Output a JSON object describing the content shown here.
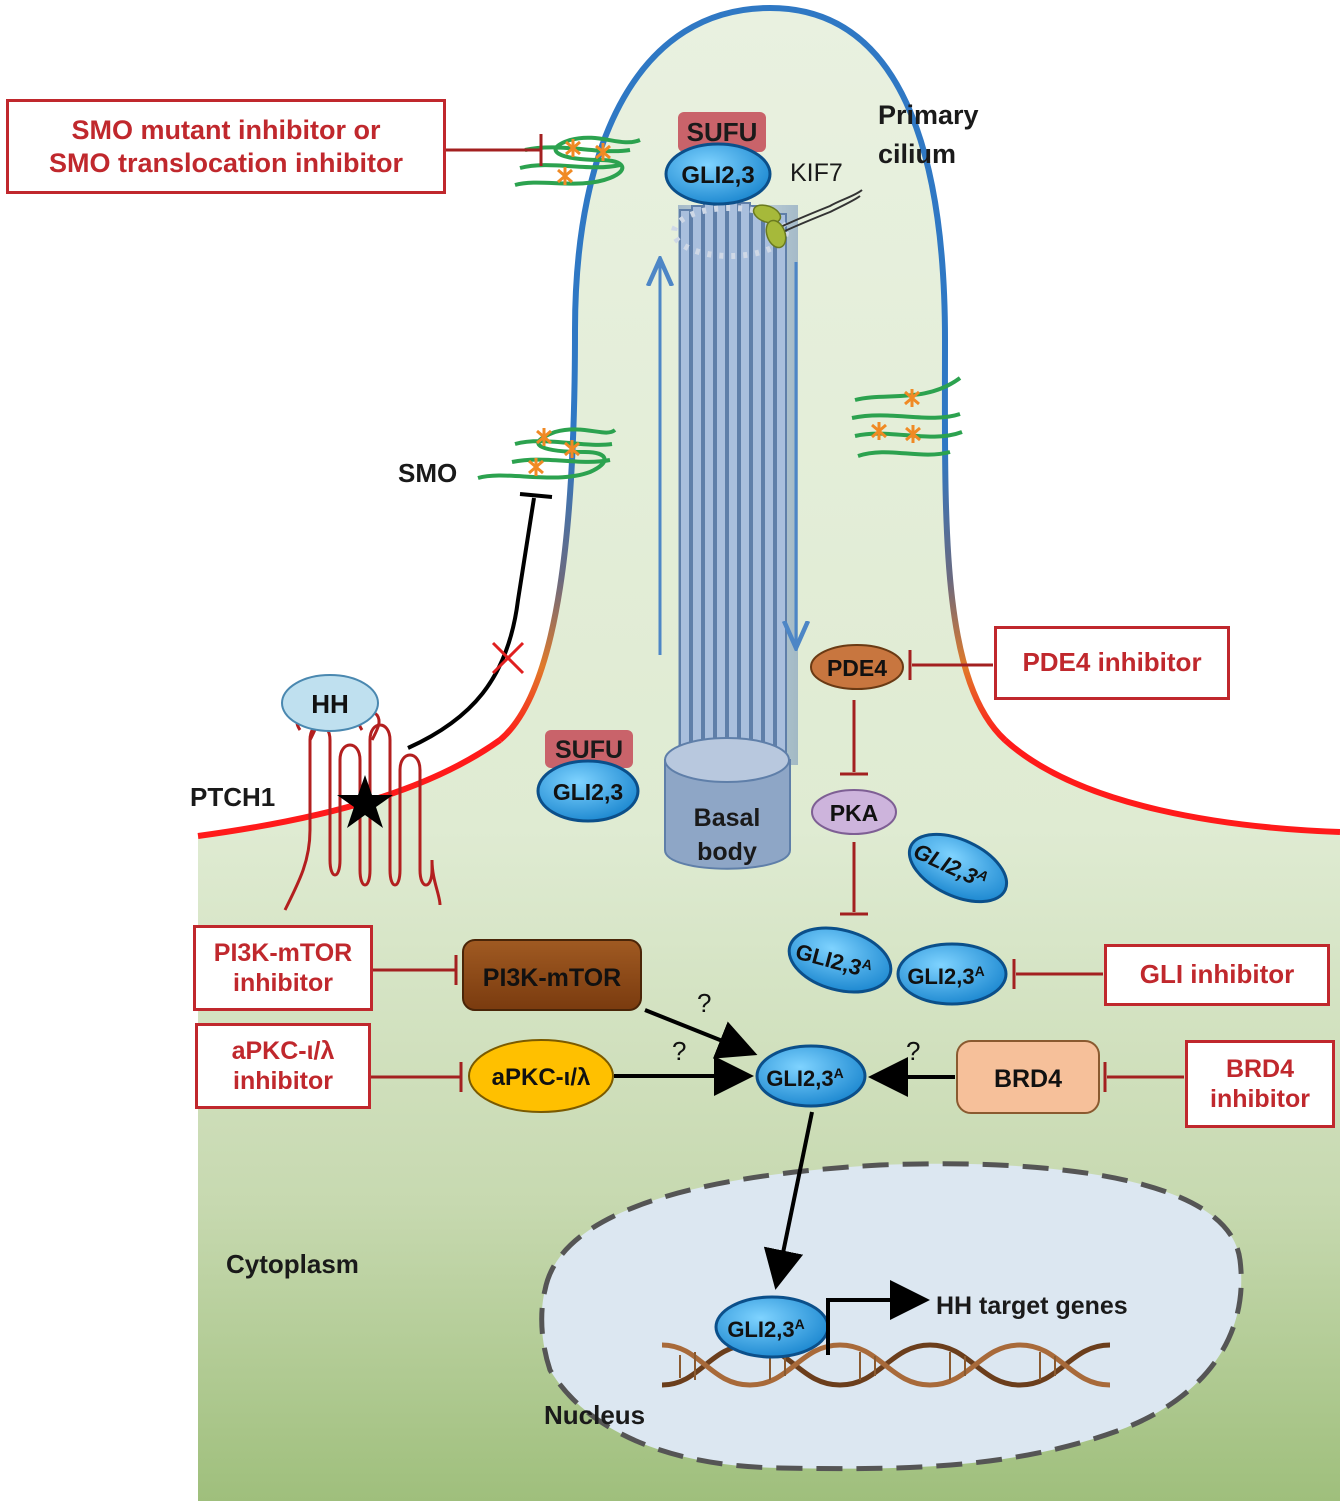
{
  "labels": {
    "primary_cilium_1": "Primary",
    "primary_cilium_2": "cilium",
    "kif7": "KIF7",
    "smo": "SMO",
    "hh": "HH",
    "ptch1": "PTCH1",
    "sufu": "SUFU",
    "gli23": "GLI2,3",
    "gli23a_main": "GLI2,3",
    "gli23a_sup": "A",
    "basal_body_1": "Basal",
    "basal_body_2": "body",
    "pde4": "PDE4",
    "pka": "PKA",
    "pi3k_mtor": "PI3K-mTOR",
    "apkc": "aPKC-ι/λ",
    "brd4": "BRD4",
    "question": "?",
    "hh_target_genes": "HH target genes",
    "cytoplasm": "Cytoplasm",
    "nucleus": "Nucleus"
  },
  "inhibitors": {
    "smo_line1": "SMO mutant inhibitor or",
    "smo_line2": "SMO translocation inhibitor",
    "pde4": "PDE4 inhibitor",
    "pi3k_line1": "PI3K-mTOR",
    "pi3k_line2": "inhibitor",
    "apkc_line1": "aPKC-ι/λ",
    "apkc_line2": "inhibitor",
    "gli": "GLI inhibitor",
    "brd4_line1": "BRD4",
    "brd4_line2": "inhibitor"
  },
  "colors": {
    "inhibitor_red": "#c0282d",
    "cilium_blue": "#2f78c4",
    "membrane_red": "#ff1a1a",
    "gli_blue": "#1e9be0",
    "sufu_pink": "#c9636a",
    "pde4_orange": "#c8763f",
    "pka_lavender": "#cdb4dc",
    "pi3k_brown": "#8b4513",
    "apkc_yellow": "#ffc000",
    "brd4_peach": "#f6c09a",
    "smo_green": "#2ca24f",
    "nucleus_blue": "#dce7f1"
  }
}
